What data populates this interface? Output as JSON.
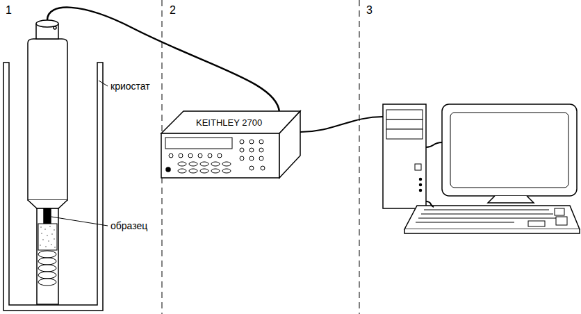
{
  "diagram": {
    "nodes": [
      {
        "text": [
          "KEITHLEY 2700"
        ]
      }
    ],
    "labels": [
      "1",
      "2",
      "3",
      "криостат",
      "образец"
    ]
  }
}
